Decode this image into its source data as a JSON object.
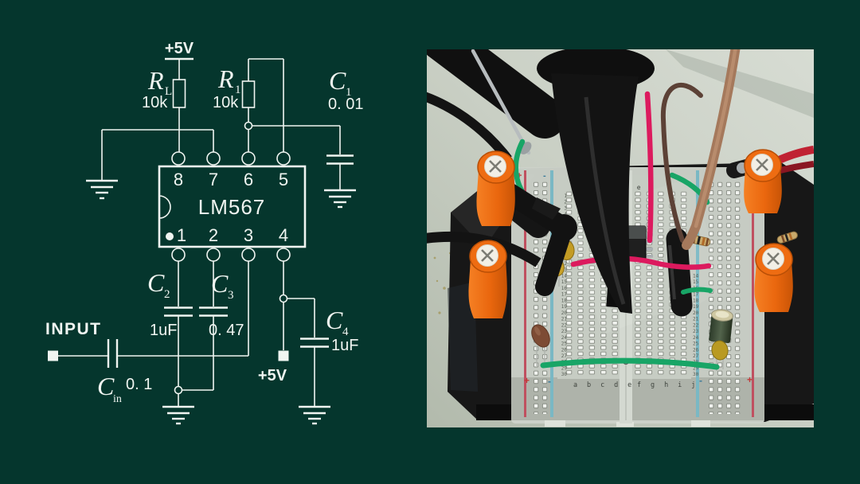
{
  "page": {
    "background_color": "#05362d"
  },
  "schematic": {
    "line_color": "#f0f5f1",
    "supply_top": "+5V",
    "supply_bottom": "+5V",
    "input_label": "INPUT",
    "ic": {
      "name": "LM567",
      "pins_top": [
        "8",
        "7",
        "6",
        "5"
      ],
      "pins_bottom": [
        "1",
        "2",
        "3",
        "4"
      ]
    },
    "components": [
      {
        "id": "rl",
        "symbol": "R",
        "sub": "L",
        "value": "10k"
      },
      {
        "id": "r1",
        "symbol": "R",
        "sub": "1",
        "value": "10k"
      },
      {
        "id": "c1",
        "symbol": "C",
        "sub": "1",
        "value": "0. 01"
      },
      {
        "id": "c2",
        "symbol": "C",
        "sub": "2",
        "value": "1uF"
      },
      {
        "id": "c3",
        "symbol": "C",
        "sub": "3",
        "value": "0. 47"
      },
      {
        "id": "c4",
        "symbol": "C",
        "sub": "4",
        "value": "1uF"
      },
      {
        "id": "cin",
        "symbol": "C",
        "sub": "in",
        "value": "0. 1"
      }
    ]
  },
  "photo": {
    "alt": "Close-up photo of LM567 circuit built on a transparent mini breadboard with oscilloscope probes, orange binding posts, ceramic capacitors and jumper wires",
    "breadboard": {
      "row_count": 30,
      "columns_left": "a b c d e",
      "columns_right": "f g h i j",
      "plus": "+",
      "minus": "-"
    },
    "colors": {
      "desk": "#c6cdc2",
      "base": "#171717",
      "post_orange": "#ee6c12",
      "wire_pink": "#dc1a5e",
      "wire_green": "#18a566",
      "wire_brown": "#a5795c",
      "wire_red": "#c02233",
      "cap_yellow": "#c9a22a",
      "rail_red": "#c05060",
      "rail_blue": "#7ab8c4"
    }
  }
}
